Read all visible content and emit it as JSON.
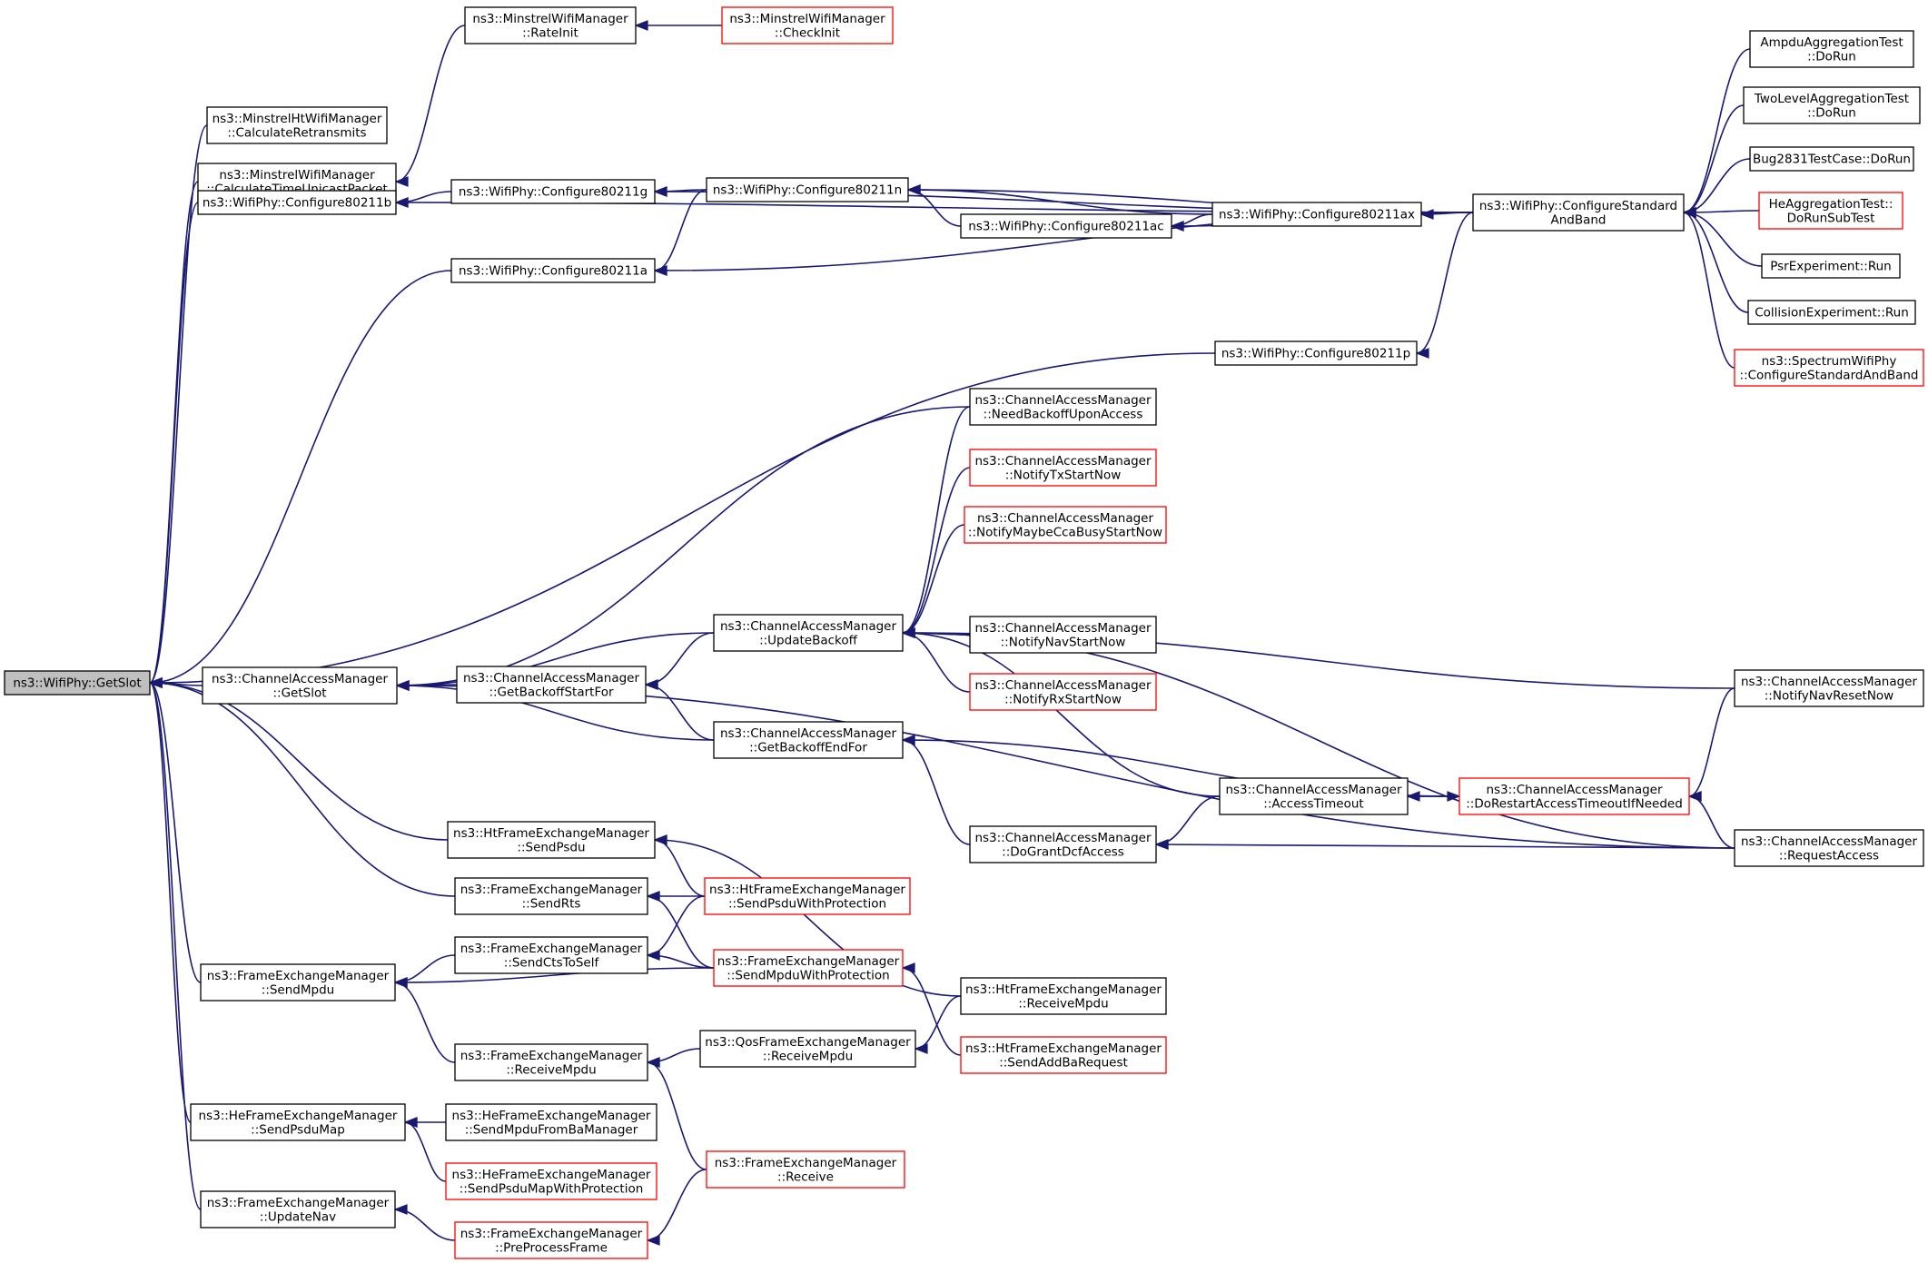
{
  "colors": {
    "edge": "#191970",
    "node_border": "#000000",
    "node_border_truncated": "#ff0000",
    "root_fill": "#bfbfbf",
    "background": "#ffffff"
  },
  "nodes": [
    {
      "id": "getslot",
      "lines": [
        "ns3::WifiPhy::GetSlot"
      ],
      "root": true
    },
    {
      "id": "mhtw_calcret",
      "lines": [
        "ns3::MinstrelHtWifiManager",
        "::CalculateRetransmits"
      ]
    },
    {
      "id": "mw_calctime",
      "lines": [
        "ns3::MinstrelWifiManager",
        "::CalculateTimeUnicastPacket"
      ]
    },
    {
      "id": "mw_rateinit",
      "lines": [
        "ns3::MinstrelWifiManager",
        "::RateInit"
      ]
    },
    {
      "id": "mw_checkinit",
      "lines": [
        "ns3::MinstrelWifiManager",
        "::CheckInit"
      ],
      "truncated": true
    },
    {
      "id": "cfg_b",
      "lines": [
        "ns3::WifiPhy::Configure80211b"
      ]
    },
    {
      "id": "cfg_g",
      "lines": [
        "ns3::WifiPhy::Configure80211g"
      ]
    },
    {
      "id": "cfg_n",
      "lines": [
        "ns3::WifiPhy::Configure80211n"
      ]
    },
    {
      "id": "cfg_a",
      "lines": [
        "ns3::WifiPhy::Configure80211a"
      ]
    },
    {
      "id": "cfg_ax",
      "lines": [
        "ns3::WifiPhy::Configure80211ax"
      ]
    },
    {
      "id": "cfg_ac",
      "lines": [
        "ns3::WifiPhy::Configure80211ac"
      ]
    },
    {
      "id": "cfg_p",
      "lines": [
        "ns3::WifiPhy::Configure80211p"
      ]
    },
    {
      "id": "cfg_std",
      "lines": [
        "ns3::WifiPhy::ConfigureStandard",
        "AndBand"
      ]
    },
    {
      "id": "ampdu_dorun",
      "lines": [
        "AmpduAggregationTest",
        "::DoRun"
      ]
    },
    {
      "id": "twolevel_dorun",
      "lines": [
        "TwoLevelAggregationTest",
        "::DoRun"
      ]
    },
    {
      "id": "bug2831_dorun",
      "lines": [
        "Bug2831TestCase::DoRun"
      ]
    },
    {
      "id": "heagg_dorunsub",
      "lines": [
        "HeAggregationTest::",
        "DoRunSubTest"
      ],
      "truncated": true
    },
    {
      "id": "psr_run",
      "lines": [
        "PsrExperiment::Run"
      ]
    },
    {
      "id": "coll_run",
      "lines": [
        "CollisionExperiment::Run"
      ]
    },
    {
      "id": "spec_cfgstd",
      "lines": [
        "ns3::SpectrumWifiPhy",
        "::ConfigureStandardAndBand"
      ],
      "truncated": true
    },
    {
      "id": "cam_getslot",
      "lines": [
        "ns3::ChannelAccessManager",
        "::GetSlot"
      ]
    },
    {
      "id": "cam_needbackoff",
      "lines": [
        "ns3::ChannelAccessManager",
        "::NeedBackoffUponAccess"
      ]
    },
    {
      "id": "cam_notifytx",
      "lines": [
        "ns3::ChannelAccessManager",
        "::NotifyTxStartNow"
      ],
      "truncated": true
    },
    {
      "id": "cam_notifycca",
      "lines": [
        "ns3::ChannelAccessManager",
        "::NotifyMaybeCcaBusyStartNow"
      ],
      "truncated": true
    },
    {
      "id": "cam_updatebackoff",
      "lines": [
        "ns3::ChannelAccessManager",
        "::UpdateBackoff"
      ]
    },
    {
      "id": "cam_notifynav",
      "lines": [
        "ns3::ChannelAccessManager",
        "::NotifyNavStartNow"
      ]
    },
    {
      "id": "cam_notifyrx",
      "lines": [
        "ns3::ChannelAccessManager",
        "::NotifyRxStartNow"
      ],
      "truncated": true
    },
    {
      "id": "cam_getbackoffstart",
      "lines": [
        "ns3::ChannelAccessManager",
        "::GetBackoffStartFor"
      ]
    },
    {
      "id": "cam_getbackoffend",
      "lines": [
        "ns3::ChannelAccessManager",
        "::GetBackoffEndFor"
      ]
    },
    {
      "id": "cam_notifynavreset",
      "lines": [
        "ns3::ChannelAccessManager",
        "::NotifyNavResetNow"
      ]
    },
    {
      "id": "cam_accesstimeout",
      "lines": [
        "ns3::ChannelAccessManager",
        "::AccessTimeout"
      ]
    },
    {
      "id": "cam_dorestart",
      "lines": [
        "ns3::ChannelAccessManager",
        "::DoRestartAccessTimeoutIfNeeded"
      ],
      "truncated": true
    },
    {
      "id": "cam_dogrant",
      "lines": [
        "ns3::ChannelAccessManager",
        "::DoGrantDcfAccess"
      ]
    },
    {
      "id": "cam_requestaccess",
      "lines": [
        "ns3::ChannelAccessManager",
        "::RequestAccess"
      ]
    },
    {
      "id": "htfem_sendpsdu",
      "lines": [
        "ns3::HtFrameExchangeManager",
        "::SendPsdu"
      ]
    },
    {
      "id": "fem_sendrts",
      "lines": [
        "ns3::FrameExchangeManager",
        "::SendRts"
      ]
    },
    {
      "id": "htfem_sendpsduprot",
      "lines": [
        "ns3::HtFrameExchangeManager",
        "::SendPsduWithProtection"
      ],
      "truncated": true
    },
    {
      "id": "fem_sendcts",
      "lines": [
        "ns3::FrameExchangeManager",
        "::SendCtsToSelf"
      ]
    },
    {
      "id": "fem_sendmpduprot",
      "lines": [
        "ns3::FrameExchangeManager",
        "::SendMpduWithProtection"
      ],
      "truncated": true
    },
    {
      "id": "fem_sendmpdu",
      "lines": [
        "ns3::FrameExchangeManager",
        "::SendMpdu"
      ]
    },
    {
      "id": "htfem_receivempdu",
      "lines": [
        "ns3::HtFrameExchangeManager",
        "::ReceiveMpdu"
      ]
    },
    {
      "id": "htfem_sendaddba",
      "lines": [
        "ns3::HtFrameExchangeManager",
        "::SendAddBaRequest"
      ],
      "truncated": true
    },
    {
      "id": "fem_receivempdu",
      "lines": [
        "ns3::FrameExchangeManager",
        "::ReceiveMpdu"
      ]
    },
    {
      "id": "qosfem_receivempdu",
      "lines": [
        "ns3::QosFrameExchangeManager",
        "::ReceiveMpdu"
      ]
    },
    {
      "id": "hefem_sendpsdumap",
      "lines": [
        "ns3::HeFrameExchangeManager",
        "::SendPsduMap"
      ]
    },
    {
      "id": "hefem_sendmpdufromba",
      "lines": [
        "ns3::HeFrameExchangeManager",
        "::SendMpduFromBaManager"
      ]
    },
    {
      "id": "hefem_sendpsdumapprot",
      "lines": [
        "ns3::HeFrameExchangeManager",
        "::SendPsduMapWithProtection"
      ],
      "truncated": true
    },
    {
      "id": "fem_receive",
      "lines": [
        "ns3::FrameExchangeManager",
        "::Receive"
      ],
      "truncated": true
    },
    {
      "id": "fem_updatenav",
      "lines": [
        "ns3::FrameExchangeManager",
        "::UpdateNav"
      ]
    },
    {
      "id": "fem_preprocess",
      "lines": [
        "ns3::FrameExchangeManager",
        "::PreProcessFrame"
      ],
      "truncated": true
    }
  ],
  "edges": [
    [
      "getslot",
      "mhtw_calcret"
    ],
    [
      "getslot",
      "mw_calctime"
    ],
    [
      "getslot",
      "cfg_b"
    ],
    [
      "getslot",
      "cfg_a"
    ],
    [
      "getslot",
      "cfg_p"
    ],
    [
      "getslot",
      "cam_getslot"
    ],
    [
      "getslot",
      "htfem_sendpsdu"
    ],
    [
      "getslot",
      "fem_sendrts"
    ],
    [
      "getslot",
      "fem_sendmpdu"
    ],
    [
      "getslot",
      "hefem_sendpsdumap"
    ],
    [
      "getslot",
      "fem_updatenav"
    ],
    [
      "mw_calctime",
      "mw_rateinit"
    ],
    [
      "mw_rateinit",
      "mw_checkinit"
    ],
    [
      "cfg_b",
      "cfg_g"
    ],
    [
      "cfg_b",
      "cfg_std"
    ],
    [
      "cfg_g",
      "cfg_n"
    ],
    [
      "cfg_g",
      "cfg_std"
    ],
    [
      "cfg_a",
      "cfg_n"
    ],
    [
      "cfg_a",
      "cfg_std"
    ],
    [
      "cfg_n",
      "cfg_ax"
    ],
    [
      "cfg_n",
      "cfg_ac"
    ],
    [
      "cfg_n",
      "cfg_std"
    ],
    [
      "cfg_ac",
      "cfg_ax"
    ],
    [
      "cfg_ac",
      "cfg_std"
    ],
    [
      "cfg_ax",
      "cfg_std"
    ],
    [
      "cfg_p",
      "cfg_std"
    ],
    [
      "cfg_std",
      "ampdu_dorun"
    ],
    [
      "cfg_std",
      "twolevel_dorun"
    ],
    [
      "cfg_std",
      "bug2831_dorun"
    ],
    [
      "cfg_std",
      "heagg_dorunsub"
    ],
    [
      "cfg_std",
      "psr_run"
    ],
    [
      "cfg_std",
      "coll_run"
    ],
    [
      "cfg_std",
      "spec_cfgstd"
    ],
    [
      "cam_getslot",
      "cam_needbackoff"
    ],
    [
      "cam_getslot",
      "cam_updatebackoff"
    ],
    [
      "cam_getslot",
      "cam_getbackoffstart"
    ],
    [
      "cam_getslot",
      "cam_getbackoffend"
    ],
    [
      "cam_getslot",
      "cam_requestaccess"
    ],
    [
      "cam_getbackoffstart",
      "cam_updatebackoff"
    ],
    [
      "cam_getbackoffstart",
      "cam_getbackoffend"
    ],
    [
      "cam_updatebackoff",
      "cam_needbackoff"
    ],
    [
      "cam_updatebackoff",
      "cam_notifytx"
    ],
    [
      "cam_updatebackoff",
      "cam_notifycca"
    ],
    [
      "cam_updatebackoff",
      "cam_notifynav"
    ],
    [
      "cam_updatebackoff",
      "cam_notifyrx"
    ],
    [
      "cam_updatebackoff",
      "cam_notifynavreset"
    ],
    [
      "cam_updatebackoff",
      "cam_accesstimeout"
    ],
    [
      "cam_updatebackoff",
      "cam_requestaccess"
    ],
    [
      "cam_getbackoffend",
      "cam_dogrant"
    ],
    [
      "cam_getbackoffend",
      "cam_dorestart"
    ],
    [
      "cam_dogrant",
      "cam_accesstimeout"
    ],
    [
      "cam_dogrant",
      "cam_requestaccess"
    ],
    [
      "cam_dorestart",
      "cam_accesstimeout"
    ],
    [
      "cam_accesstimeout",
      "cam_dorestart"
    ],
    [
      "cam_dorestart",
      "cam_notifynavreset"
    ],
    [
      "cam_dorestart",
      "cam_requestaccess"
    ],
    [
      "htfem_sendpsdu",
      "htfem_sendpsduprot"
    ],
    [
      "htfem_sendpsdu",
      "htfem_receivempdu"
    ],
    [
      "fem_sendrts",
      "htfem_sendpsduprot"
    ],
    [
      "fem_sendrts",
      "fem_sendmpduprot"
    ],
    [
      "fem_sendcts",
      "htfem_sendpsduprot"
    ],
    [
      "fem_sendcts",
      "fem_sendmpduprot"
    ],
    [
      "fem_sendmpdu",
      "fem_sendcts"
    ],
    [
      "fem_sendmpdu",
      "fem_sendmpduprot"
    ],
    [
      "fem_sendmpdu",
      "fem_receivempdu"
    ],
    [
      "fem_sendmpduprot",
      "htfem_sendaddba"
    ],
    [
      "fem_receivempdu",
      "qosfem_receivempdu"
    ],
    [
      "fem_receivempdu",
      "fem_receive"
    ],
    [
      "qosfem_receivempdu",
      "htfem_receivempdu"
    ],
    [
      "hefem_sendpsdumap",
      "hefem_sendmpdufromba"
    ],
    [
      "hefem_sendpsdumap",
      "hefem_sendpsdumapprot"
    ],
    [
      "fem_updatenav",
      "fem_preprocess"
    ],
    [
      "fem_preprocess",
      "fem_receive"
    ]
  ]
}
